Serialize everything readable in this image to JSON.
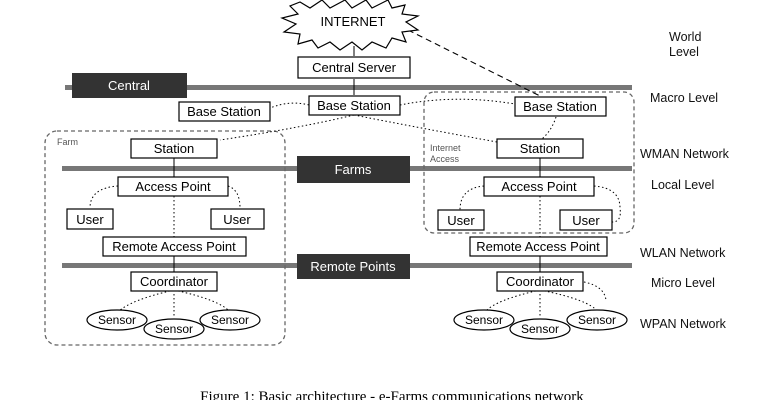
{
  "internet": "INTERNET",
  "bars": {
    "central": "Central",
    "farms": "Farms",
    "remote_points": "Remote Points"
  },
  "nodes": {
    "central_server": "Central Server",
    "base_station_center": "Base Station",
    "base_station_left": "Base Station",
    "base_station_right": "Base Station",
    "station_left": "Station",
    "station_right": "Station",
    "access_point_left": "Access Point",
    "access_point_right": "Access Point",
    "user_left_1": "User",
    "user_left_2": "User",
    "user_right_1": "User",
    "user_right_2": "User",
    "remote_ap_left": "Remote Access Point",
    "remote_ap_right": "Remote Access Point",
    "coordinator_left": "Coordinator",
    "coordinator_right": "Coordinator",
    "sensor_l1": "Sensor",
    "sensor_l2": "Sensor",
    "sensor_l3": "Sensor",
    "sensor_r1": "Sensor",
    "sensor_r2": "Sensor",
    "sensor_r3": "Sensor"
  },
  "group_labels": {
    "farm": "Farm",
    "internet_access_1": "Internet",
    "internet_access_2": "Access"
  },
  "levels": {
    "world_1": "World",
    "world_2": "Level",
    "macro": "Macro Level",
    "wman": "WMAN Network",
    "local": "Local Level",
    "wlan": "WLAN Network",
    "micro": "Micro Level",
    "wpan": "WPAN Network"
  },
  "caption": "Figure 1: Basic architecture - e-Farms communications network"
}
